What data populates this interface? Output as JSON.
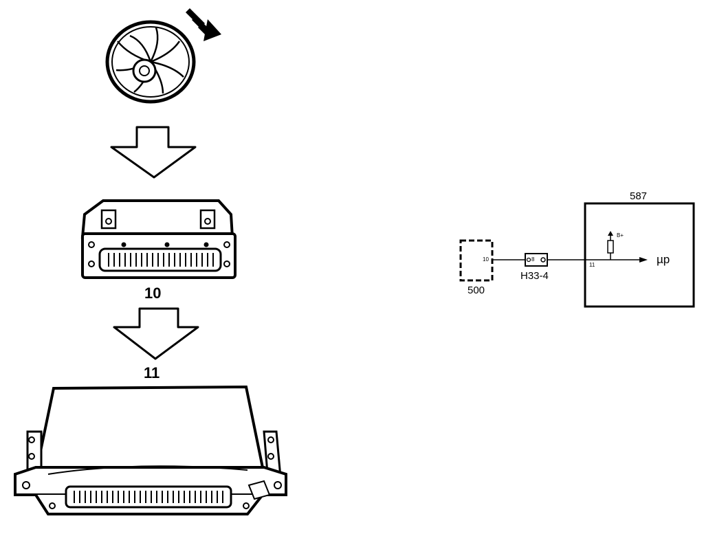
{
  "labels": {
    "step_10": "10",
    "step_11": "11",
    "ecu_587": "587",
    "sensor_500": "500",
    "connector": "H33-4",
    "pin_10": "10",
    "pin_8": "8",
    "pin_11": "11",
    "supply": "B+",
    "output": "µp"
  }
}
